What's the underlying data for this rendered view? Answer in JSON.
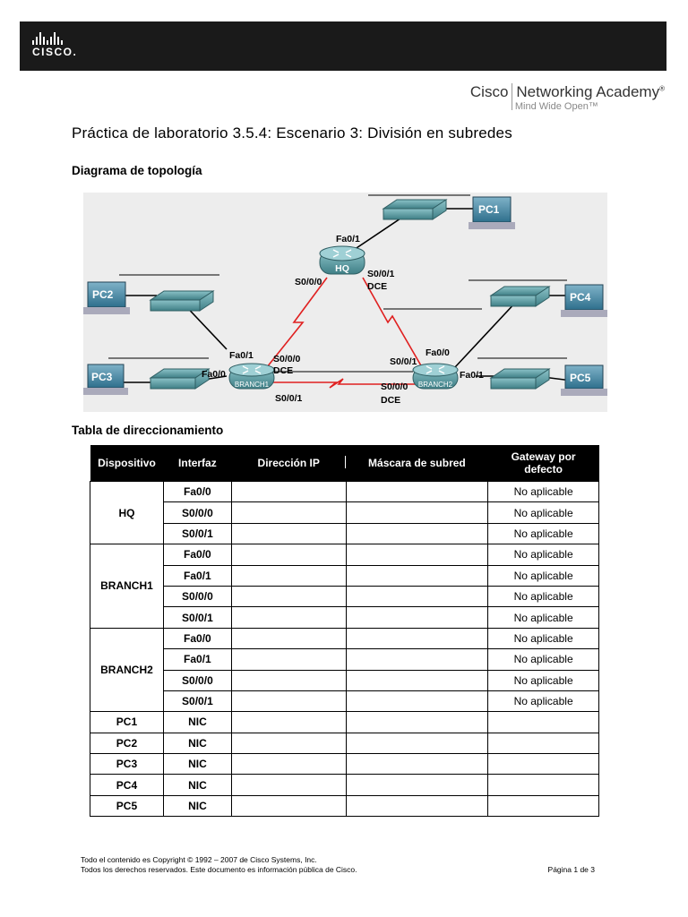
{
  "header": {
    "cisco_wordmark": "CISCO.",
    "academy_name_1": "Cisco",
    "academy_name_2": "Networking Academy",
    "reg_mark": "®",
    "academy_tagline": "Mind Wide Open™"
  },
  "title": "Práctica de laboratorio 3.5.4: Escenario 3: División en subredes",
  "topology_heading": "Diagrama de topología",
  "topology": {
    "devices": {
      "hq": "HQ",
      "branch1": "BRANCH1",
      "branch2": "BRANCH2",
      "pc1": "PC1",
      "pc2": "PC2",
      "pc3": "PC3",
      "pc4": "PC4",
      "pc5": "PC5"
    },
    "labels": {
      "hq_fa01": "Fa0/1",
      "hq_s000": "S0/0/0",
      "hq_s001": "S0/0/1",
      "hq_dce": "DCE",
      "b1_fa01": "Fa0/1",
      "b1_fa00": "Fa0/0",
      "b1_s000": "S0/0/0",
      "b1_dce": "DCE",
      "b1_s001": "S0/0/1",
      "b2_fa00": "Fa0/0",
      "b2_s001": "S0/0/1",
      "b2_fa01": "Fa0/1",
      "b2_s000": "S0/0/0",
      "b2_dce": "DCE"
    },
    "colors": {
      "serial_link": "#e02020",
      "ethernet_link": "#000000",
      "device_teal": "#5f9ea5"
    }
  },
  "addressing_heading": "Tabla de direccionamiento",
  "table": {
    "headers": [
      "Dispositivo",
      "Interfaz",
      "Dirección IP",
      "Máscara de subred",
      "Gateway por defecto"
    ],
    "groups": [
      {
        "device": "HQ",
        "rows": [
          {
            "iface": "Fa0/0",
            "gw": "No aplicable"
          },
          {
            "iface": "S0/0/0",
            "gw": "No aplicable"
          },
          {
            "iface": "S0/0/1",
            "gw": "No aplicable"
          }
        ]
      },
      {
        "device": "BRANCH1",
        "rows": [
          {
            "iface": "Fa0/0",
            "gw": "No aplicable"
          },
          {
            "iface": "Fa0/1",
            "gw": "No aplicable"
          },
          {
            "iface": "S0/0/0",
            "gw": "No aplicable"
          },
          {
            "iface": "S0/0/1",
            "gw": "No aplicable"
          }
        ]
      },
      {
        "device": "BRANCH2",
        "rows": [
          {
            "iface": "Fa0/0",
            "gw": "No aplicable"
          },
          {
            "iface": "Fa0/1",
            "gw": "No aplicable"
          },
          {
            "iface": "S0/0/0",
            "gw": "No aplicable"
          },
          {
            "iface": "S0/0/1",
            "gw": "No aplicable"
          }
        ]
      },
      {
        "device": "PC1",
        "rows": [
          {
            "iface": "NIC",
            "gw": ""
          }
        ]
      },
      {
        "device": "PC2",
        "rows": [
          {
            "iface": "NIC",
            "gw": ""
          }
        ]
      },
      {
        "device": "PC3",
        "rows": [
          {
            "iface": "NIC",
            "gw": ""
          }
        ]
      },
      {
        "device": "PC4",
        "rows": [
          {
            "iface": "NIC",
            "gw": ""
          }
        ]
      },
      {
        "device": "PC5",
        "rows": [
          {
            "iface": "NIC",
            "gw": ""
          }
        ]
      }
    ]
  },
  "footer": {
    "line1": "Todo el contenido es Copyright © 1992 – 2007 de Cisco Systems, Inc.",
    "line2": "Todos los derechos reservados. Este documento es información pública de Cisco.",
    "page": "Página 1 de 3"
  }
}
